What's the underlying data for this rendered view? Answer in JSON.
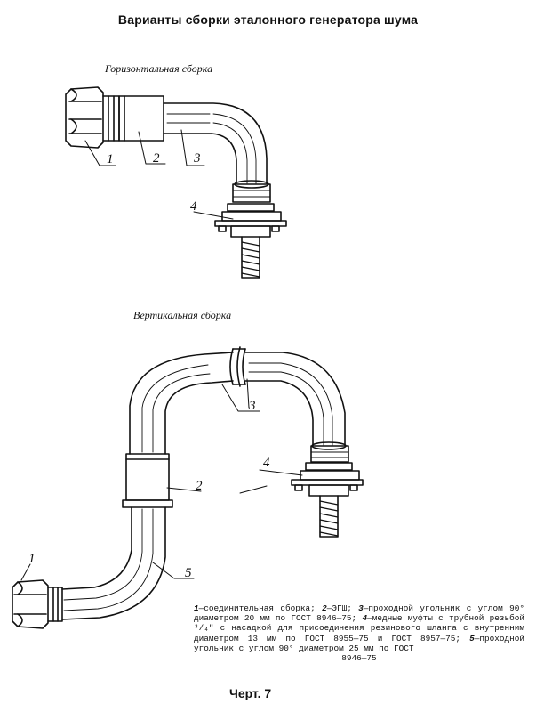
{
  "title": "Варианты сборки эталонного генератора шума",
  "horizontal_label": "Горизонтальная сборка",
  "vertical_label": "Вертикальная сборка",
  "callouts": {
    "h": [
      "1",
      "2",
      "3",
      "4"
    ],
    "v": [
      "1",
      "2",
      "3",
      "4",
      "5"
    ]
  },
  "legend": [
    {
      "num": "1",
      "text": "—соединительная сборка; "
    },
    {
      "num": "2",
      "text": "—ЭГШ; "
    },
    {
      "num": "3",
      "text": "—проходной угольник с углом 90° диаметром 20 мм по ГОСТ 8946—75; "
    },
    {
      "num": "4",
      "text": "—медные муфты с трубной резьбой ³/₄″ с насадкой для присоединения резинового шланга с внутренним диаметром 13 мм по ГОСТ 8955—75 и ГОСТ 8957—75; "
    },
    {
      "num": "5",
      "text": "—проходной угольник с углом 90° диаметром 25 мм по ГОСТ"
    }
  ],
  "legend_last": "8946—75",
  "figure_label": "Черт. 7"
}
